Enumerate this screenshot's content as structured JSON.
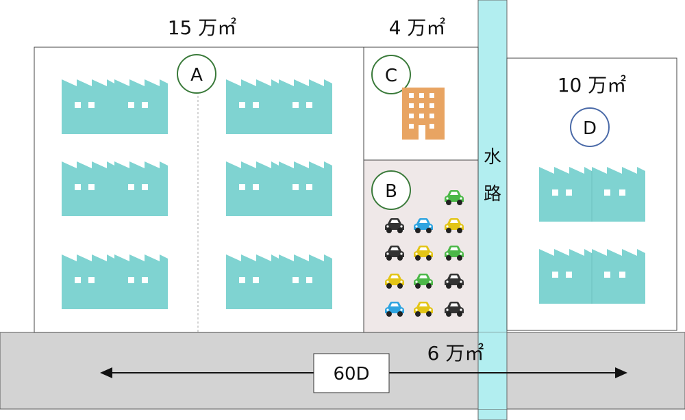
{
  "areas": {
    "a": {
      "area_label": "15 万㎡",
      "marker": "A"
    },
    "c": {
      "area_label": "4 万㎡",
      "marker": "C"
    },
    "b": {
      "marker": "B"
    },
    "d": {
      "area_label": "10 万㎡",
      "marker": "D"
    },
    "road": {
      "area_label": "6 万㎡",
      "width_label": "60D"
    }
  },
  "waterway": {
    "label_1": "水",
    "label_2": "路"
  },
  "colors": {
    "factory": "#7fd3d1",
    "building": "#e8a462",
    "parking_bg": "#efe8e8",
    "road": "#d3d3d3",
    "waterway": "#b2eef0",
    "marker_green": "#3a7a3a",
    "marker_blue": "#4a6aa8",
    "car_green": "#4cb848",
    "car_blue": "#2fa4e0",
    "car_yellow": "#e3c516",
    "car_black": "#333333"
  },
  "parking_cars": [
    [
      "none",
      "none",
      "green"
    ],
    [
      "black",
      "blue",
      "yellow"
    ],
    [
      "black",
      "yellow",
      "green"
    ],
    [
      "yellow",
      "green",
      "black"
    ],
    [
      "blue",
      "yellow",
      "black"
    ]
  ],
  "icons": {
    "factory": "factory-icon",
    "building": "office-building-icon",
    "car": "car-icon",
    "arrow": "double-arrow-icon"
  }
}
